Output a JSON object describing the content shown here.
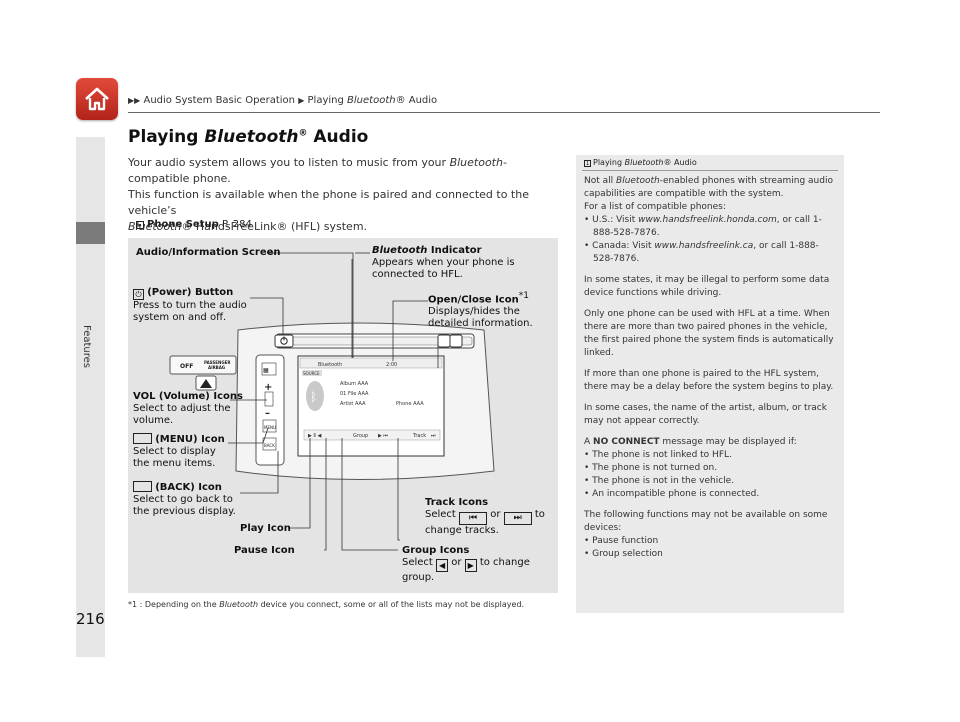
{
  "breadcrumb": {
    "part1": "Audio System Basic Operation",
    "part2": "Playing ",
    "part2_italic": "Bluetooth",
    "part2_end": "® Audio"
  },
  "side_label": "Features",
  "page_number": "216",
  "title": {
    "pre": "Playing ",
    "italic": "Bluetooth",
    "sup": "®",
    "post": " Audio"
  },
  "intro": {
    "line1_pre": "Your audio system allows you to listen to music from your ",
    "line1_italic": "Bluetooth",
    "line1_post": "-compatible phone.",
    "line2": "This function is available when the phone is paired and connected to the vehicle’s",
    "line3_italic": "Bluetooth",
    "line3_post": "® HandsFreeLink® (HFL) system."
  },
  "xref": {
    "label": "Phone Setup",
    "page": "P. 284"
  },
  "figure": {
    "audio_screen": "Audio/Information Screen",
    "bt_indicator_italic": "Bluetooth",
    "bt_indicator_rest": " Indicator",
    "bt_indicator_desc1": "Appears when your phone is",
    "bt_indicator_desc2": "connected to HFL.",
    "power_title": "(Power) Button",
    "power_desc1": "Press to turn the audio",
    "power_desc2": "system on and off.",
    "open_close_title": "Open/Close Icon",
    "open_close_sup": "*1",
    "open_close_desc1": "Displays/hides the",
    "open_close_desc2": "detailed information.",
    "vol_title": "VOL (Volume) Icons",
    "vol_desc1": "Select to adjust the",
    "vol_desc2": "volume.",
    "menu_title": "(MENU) Icon",
    "menu_desc1": "Select to display",
    "menu_desc2": "the menu items.",
    "back_title": "(BACK) Icon",
    "back_desc1": "Select to go back to",
    "back_desc2": "the previous display.",
    "play_icon": "Play Icon",
    "pause_icon": "Pause Icon",
    "track_title": "Track Icons",
    "track_desc1_a": "Select",
    "track_desc1_b": "or",
    "track_desc1_c": "to",
    "track_desc2": "change tracks.",
    "group_title": "Group Icons",
    "group_desc1_a": "Select",
    "group_desc1_b": "or",
    "group_desc1_c": "to change",
    "group_desc2": "group.",
    "screen_header": "Bluetooth",
    "screen_source": "SOURCE",
    "screen_album": "Album AAA",
    "screen_file": "01 File AAA",
    "screen_artist": "Artist AAA",
    "screen_phone": "Phone AAA",
    "screen_group": "Group",
    "screen_track": "Track",
    "screen_time": "2:00",
    "passenger_airbag": "PASSENGER AIRBAG",
    "off_label": "OFF"
  },
  "footnote": {
    "pre": "*1 : Depending on the ",
    "italic": "Bluetooth",
    "post": " device you connect, some or all of the lists may not be displayed."
  },
  "note": {
    "head_pre": "Playing ",
    "head_italic": "Bluetooth",
    "head_post": "® Audio",
    "p1_pre": "Not all ",
    "p1_italic": "Bluetooth",
    "p1_post": "-enabled phones with streaming audio capabilities are compatible with the system.",
    "p1_line2": "For a list of compatible phones:",
    "b1_pre": "U.S.: Visit ",
    "b1_url": "www.handsfreelink.honda.com",
    "b1_post": ", or call 1-888-528-7876.",
    "b2_pre": "Canada: Visit ",
    "b2_url": "www.handsfreelink.ca",
    "b2_post": ", or call 1-888-528-7876.",
    "p2": "In some states, it may be illegal to perform some data device functions while driving.",
    "p3": "Only one phone can be used with HFL at a time. When there are more than two paired phones in the vehicle, the first paired phone the system finds is automatically linked.",
    "p4": "If more than one phone is paired to the HFL system, there may be a delay before the system begins to play.",
    "p5": "In some cases, the name of the artist, album, or track may not appear correctly.",
    "p6_pre": "A ",
    "p6_bold": "NO CONNECT",
    "p6_post": " message may be displayed if:",
    "c1": "The phone is not linked to HFL.",
    "c2": "The phone is not turned on.",
    "c3": "The phone is not in the vehicle.",
    "c4": "An incompatible phone is connected.",
    "p7": "The following functions may not be available on some devices:",
    "f1": "Pause function",
    "f2": "Group selection"
  }
}
